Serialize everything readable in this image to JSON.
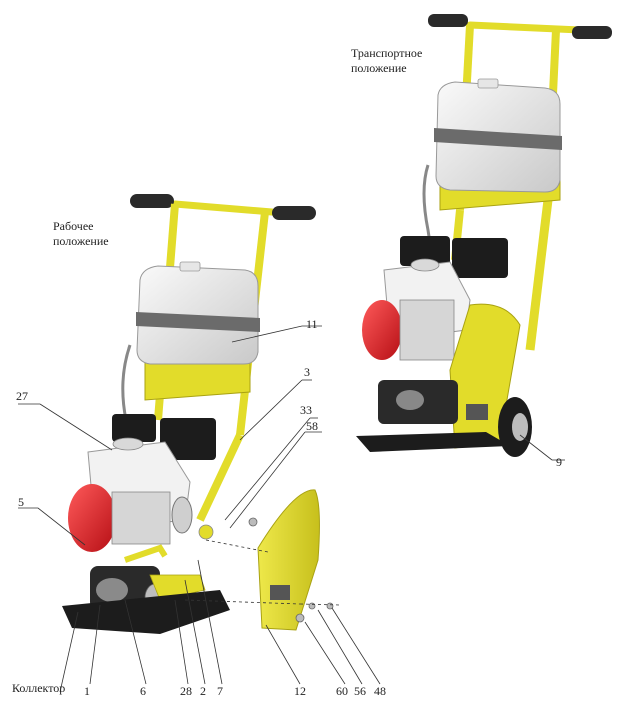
{
  "captions": {
    "transport_line1": "Транспортное",
    "transport_line2": "положение",
    "work_line1": "Рабочее",
    "work_line2": "положение"
  },
  "callouts": {
    "c11": "11",
    "c3": "3",
    "c27": "27",
    "c33": "33",
    "c58": "58",
    "c5": "5",
    "c9": "9",
    "collector": "Коллектор",
    "c1": "1",
    "c6": "6",
    "c28": "28",
    "c2": "2",
    "c7": "7",
    "c12": "12",
    "c60": "60",
    "c56": "56",
    "c48": "48"
  },
  "colors": {
    "frame_yellow": "#e2dc2a",
    "frame_yellow_dark": "#b4ad12",
    "engine_red": "#e0242a",
    "tank_white": "#ededed",
    "strap_gray": "#6b6b6b",
    "base_black": "#1c1c1c",
    "grip_dark": "#2a2a2a"
  }
}
